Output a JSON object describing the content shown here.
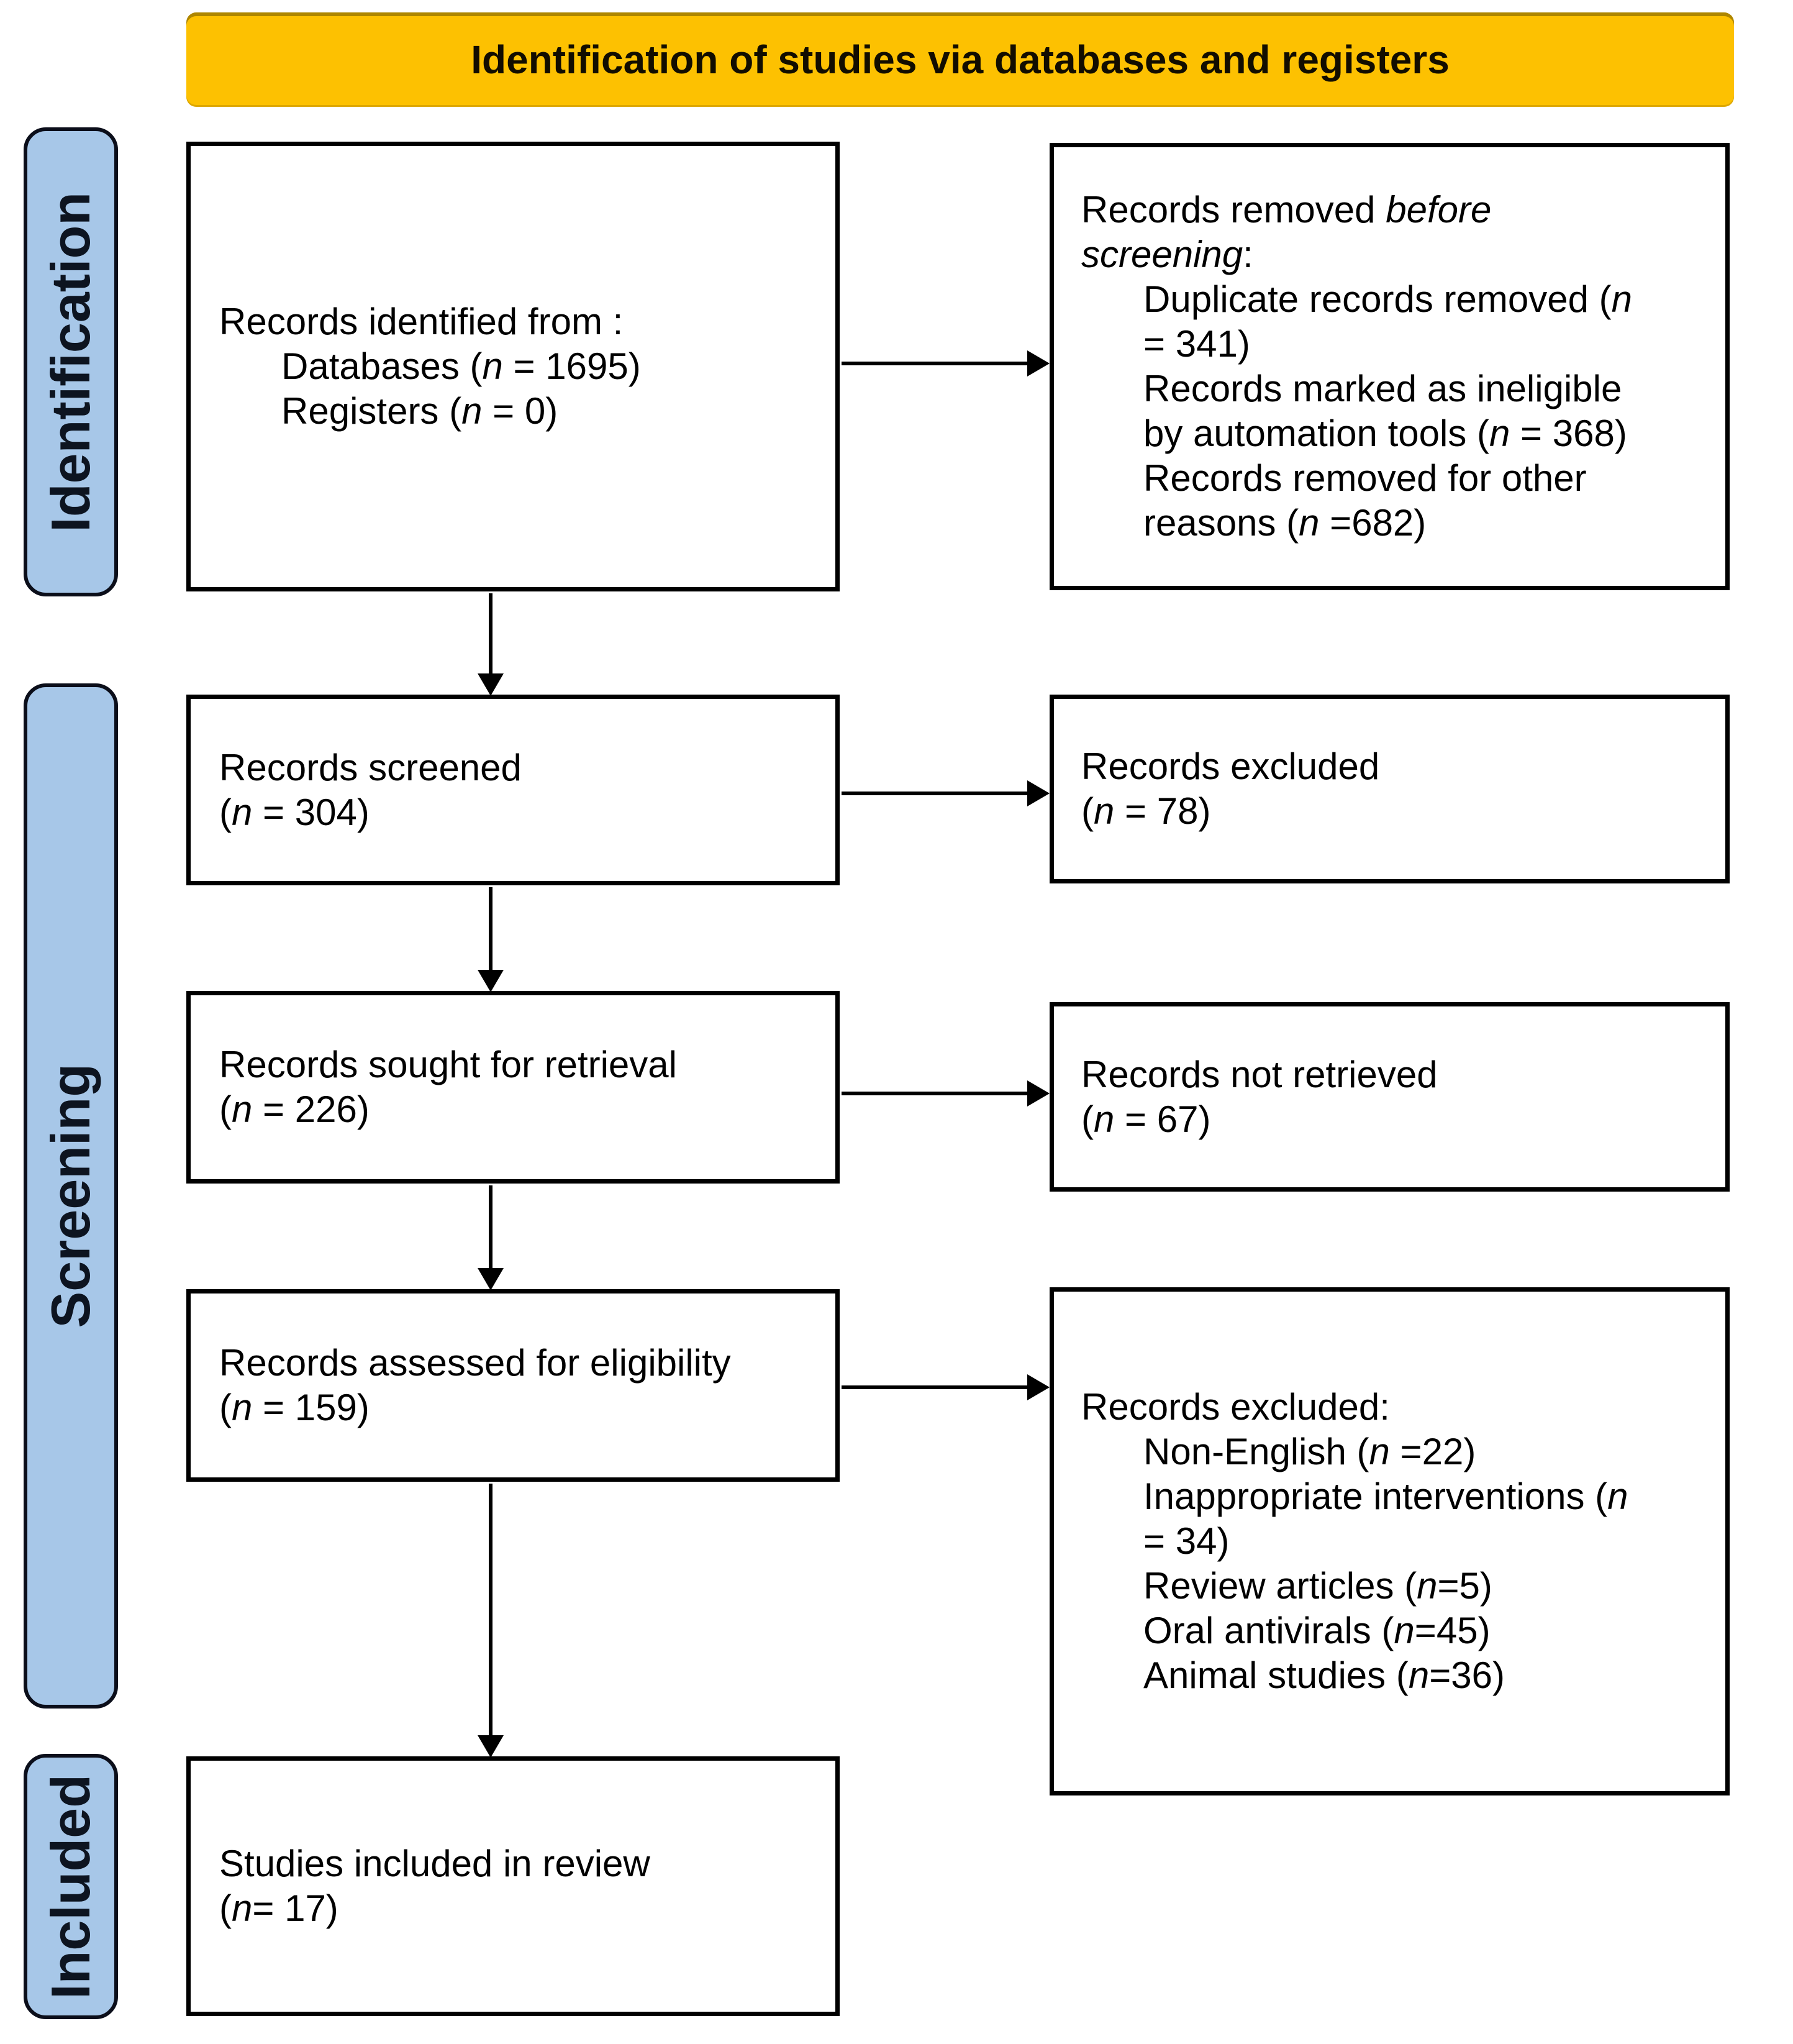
{
  "banner": {
    "title": "Identification of studies via databases and registers"
  },
  "stages": [
    {
      "label": "Identification"
    },
    {
      "label": "Screening"
    },
    {
      "label": "Included"
    }
  ],
  "colors": {
    "banner_bg": "#FDC101",
    "stage_pill_bg": "#A7C7E8",
    "box_border": "#000000",
    "text": "#000000"
  },
  "boxes": {
    "identified": {
      "title": "Records identified from :",
      "items": [
        "Databases (n = 1695)",
        "Registers (n = 0)"
      ]
    },
    "removed": {
      "title_pre": "Records removed ",
      "title_italic": "before screening",
      "title_post": ":",
      "items": [
        "Duplicate records removed (n = 341)",
        "Records marked as ineligible by automation tools (n = 368)",
        "Records removed for other reasons (n =682)"
      ]
    },
    "screened": {
      "line1": "Records screened",
      "line2": "(n = 304)"
    },
    "excluded_screening": {
      "line1": "Records excluded",
      "line2": "(n = 78)"
    },
    "sought": {
      "line1": "Records sought for retrieval",
      "line2": "(n = 226)"
    },
    "not_retrieved": {
      "line1": "Records not retrieved",
      "line2": "(n = 67)"
    },
    "assessed": {
      "line1": "Records assessed for eligibility",
      "line2": "(n = 159)"
    },
    "excluded_eligibility": {
      "title": "Records excluded:",
      "items": [
        "Non-English (n =22)",
        "Inappropriate interventions (n = 34)",
        "Review articles (n=5)",
        "Oral antivirals (n=45)",
        "Animal studies (n=36)"
      ]
    },
    "included": {
      "line1": "Studies included in review",
      "line2": "(n= 17)"
    }
  }
}
